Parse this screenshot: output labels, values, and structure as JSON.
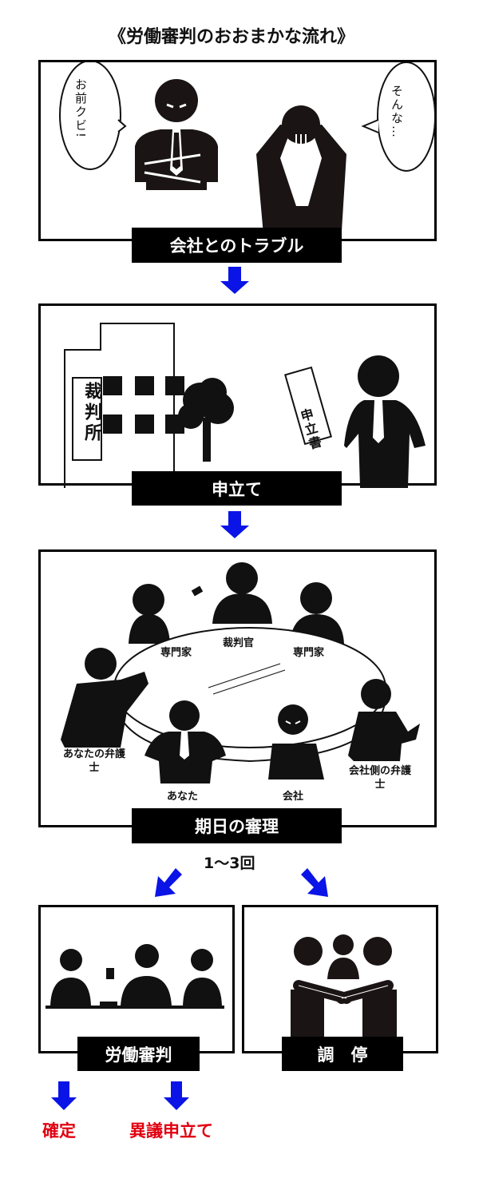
{
  "title": "《労働審判のおおまかな流れ》",
  "steps": [
    {
      "label": "会社とのトラブル",
      "bubbles": [
        "お前クビ!",
        "そんな…"
      ]
    },
    {
      "label": "申立て",
      "signs": [
        "裁判所",
        "申立書"
      ]
    },
    {
      "label": "期日の審理",
      "roles": [
        "専門家",
        "裁判官",
        "専門家",
        "あなたの弁護士",
        "あなた",
        "会社",
        "会社側の弁護士"
      ]
    }
  ],
  "count": "1〜3回",
  "outcomes": [
    {
      "label": "労働審判",
      "results": [
        "確定",
        "異議申立て"
      ]
    },
    {
      "label": "調　停"
    }
  ],
  "colors": {
    "arrow": "#0a14e6",
    "result": "#e00010",
    "ink": "#111111"
  }
}
